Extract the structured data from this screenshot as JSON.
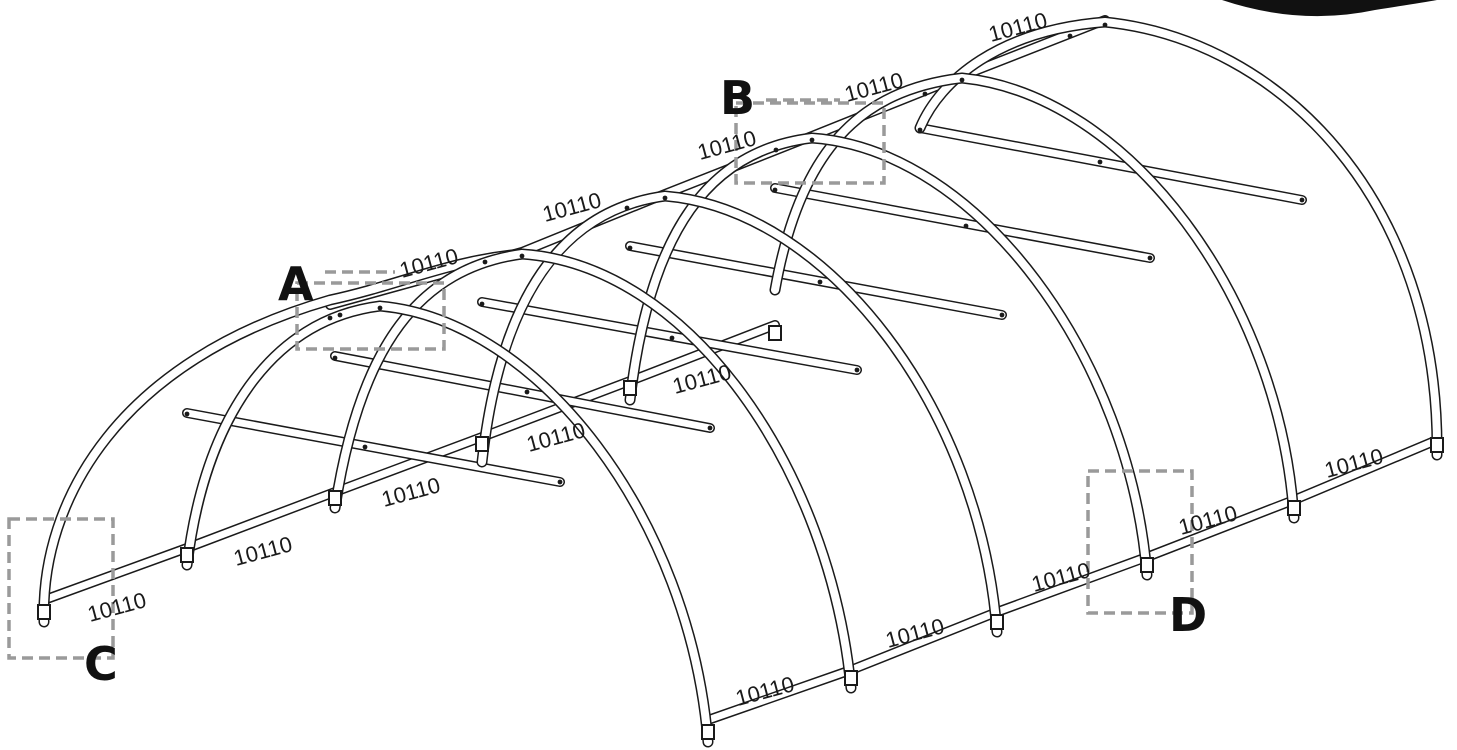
{
  "diagram": {
    "part_number": "10110",
    "callouts": [
      "A",
      "B",
      "C",
      "D"
    ],
    "colors": {
      "background": "#ffffff",
      "tube_outline": "#1a1a1a",
      "tube_fill": "#ffffff",
      "callout_box": "#9a9a9a",
      "text": "#1a1a1a",
      "corner_badge": "#111111"
    }
  }
}
